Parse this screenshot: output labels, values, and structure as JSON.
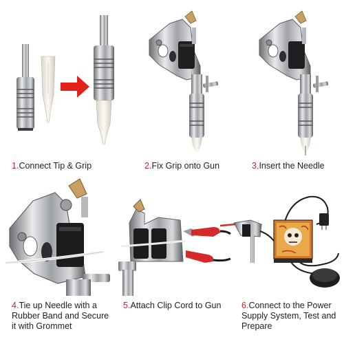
{
  "steps": [
    {
      "num": "1.",
      "text": "Connect Tip & Grip"
    },
    {
      "num": "2.",
      "text": "Fix Grip onto Gun"
    },
    {
      "num": "3.",
      "text": "Insert the Needle"
    },
    {
      "num": "4.",
      "text": "Tie up Needle with a Rubber Band and Secure it with Grommet"
    },
    {
      "num": "5.",
      "text": "Attach Clip Cord to Gun"
    },
    {
      "num": "6.",
      "text": "Connect to the Power Supply System, Test and Prepare"
    }
  ],
  "colors": {
    "step_number": "#c0272d",
    "arrow": "#e3201b",
    "cord": "#d42a2a",
    "caption_text": "#222222"
  }
}
